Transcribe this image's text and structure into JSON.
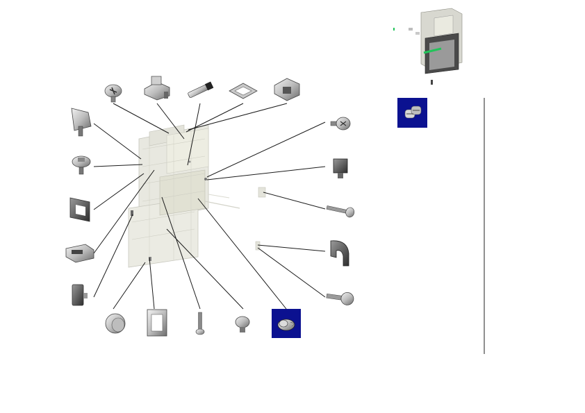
{
  "page": {
    "title": "",
    "selected_part": "hex-flange-screw",
    "preview_tool": "crimp-clip-tool"
  },
  "colors": {
    "selection_fill": "#0b1190",
    "part_grey": "#b5b5b5",
    "part_dark": "#555555",
    "assembly_tint": "#dcdcd2",
    "preview_green": "#22c45a",
    "divider": "#222222"
  },
  "parts": [
    {
      "id": "pan-head-screw-top",
      "icon": "pan-head-screw-icon"
    },
    {
      "id": "slide-clamp",
      "icon": "slide-clamp-icon"
    },
    {
      "id": "pin-rod",
      "icon": "pin-rod-icon"
    },
    {
      "id": "square-gasket",
      "icon": "square-gasket-icon"
    },
    {
      "id": "latch-bracket",
      "icon": "latch-bracket-icon"
    },
    {
      "id": "spring-clip",
      "icon": "spring-clip-icon"
    },
    {
      "id": "flange-bolt-left",
      "icon": "flange-bolt-icon"
    },
    {
      "id": "u-bracket",
      "icon": "u-bracket-icon"
    },
    {
      "id": "channel-block",
      "icon": "channel-block-icon"
    },
    {
      "id": "mount-tab",
      "icon": "mount-tab-icon"
    },
    {
      "id": "cap-knob",
      "icon": "cap-knob-icon"
    },
    {
      "id": "frame-gasket",
      "icon": "frame-gasket-icon"
    },
    {
      "id": "long-pin",
      "icon": "long-pin-icon"
    },
    {
      "id": "short-flange-screw",
      "icon": "short-flange-screw-icon"
    },
    {
      "id": "hex-flange-screw",
      "icon": "hex-flange-screw-icon",
      "selected": true
    },
    {
      "id": "pan-screw-right",
      "icon": "pan-screw-icon"
    },
    {
      "id": "sensor-block",
      "icon": "sensor-block-icon"
    },
    {
      "id": "long-bolt",
      "icon": "long-bolt-icon"
    },
    {
      "id": "hook-plate",
      "icon": "hook-plate-icon"
    },
    {
      "id": "shoulder-bolt",
      "icon": "shoulder-bolt-icon"
    }
  ]
}
